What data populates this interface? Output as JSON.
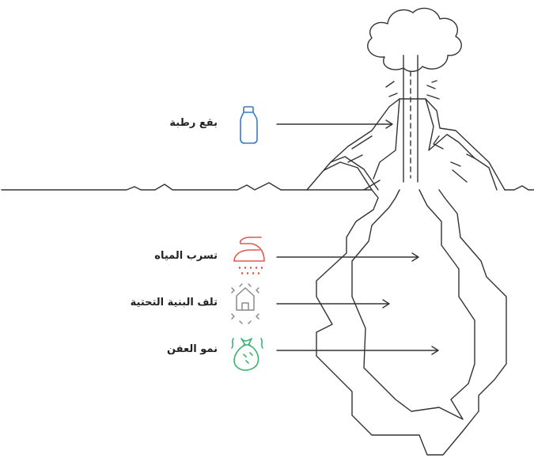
{
  "labels": {
    "moisture_spots": "بقع رطبة",
    "water_leak": "تسرب المياه",
    "infrastructure_damage": "تلف البنية التحتية",
    "mold_growth": "نمو العفن"
  },
  "icons": {
    "moisture_spots": "bottle-icon",
    "water_leak": "iron-steam-icon",
    "infrastructure_damage": "house-damage-icon",
    "mold_growth": "mold-bag-icon"
  },
  "colors": {
    "line": "#333333",
    "moisture_spots": "#3a78c9",
    "water_leak": "#e0584f",
    "infrastructure_damage": "#8a8a8a",
    "mold_growth": "#3cb371"
  }
}
